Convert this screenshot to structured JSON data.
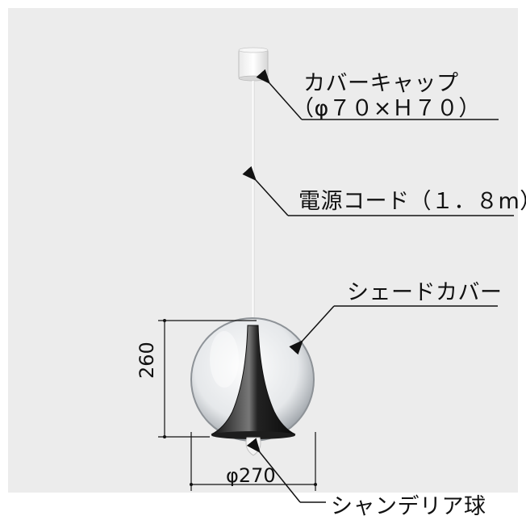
{
  "labels": {
    "cover_cap": "カバーキャップ",
    "cover_cap_size": "（φ７０×Ｈ７０）",
    "power_cord": "電源コード（１．８m）",
    "shade_cover": "シェードカバー",
    "chandelier_bulb": "シャンデリア球"
  },
  "dimensions": {
    "height": "260",
    "diameter": "φ270"
  },
  "colors": {
    "background": "#ececec",
    "line": "#111111",
    "metal": "#2a2a2a"
  }
}
